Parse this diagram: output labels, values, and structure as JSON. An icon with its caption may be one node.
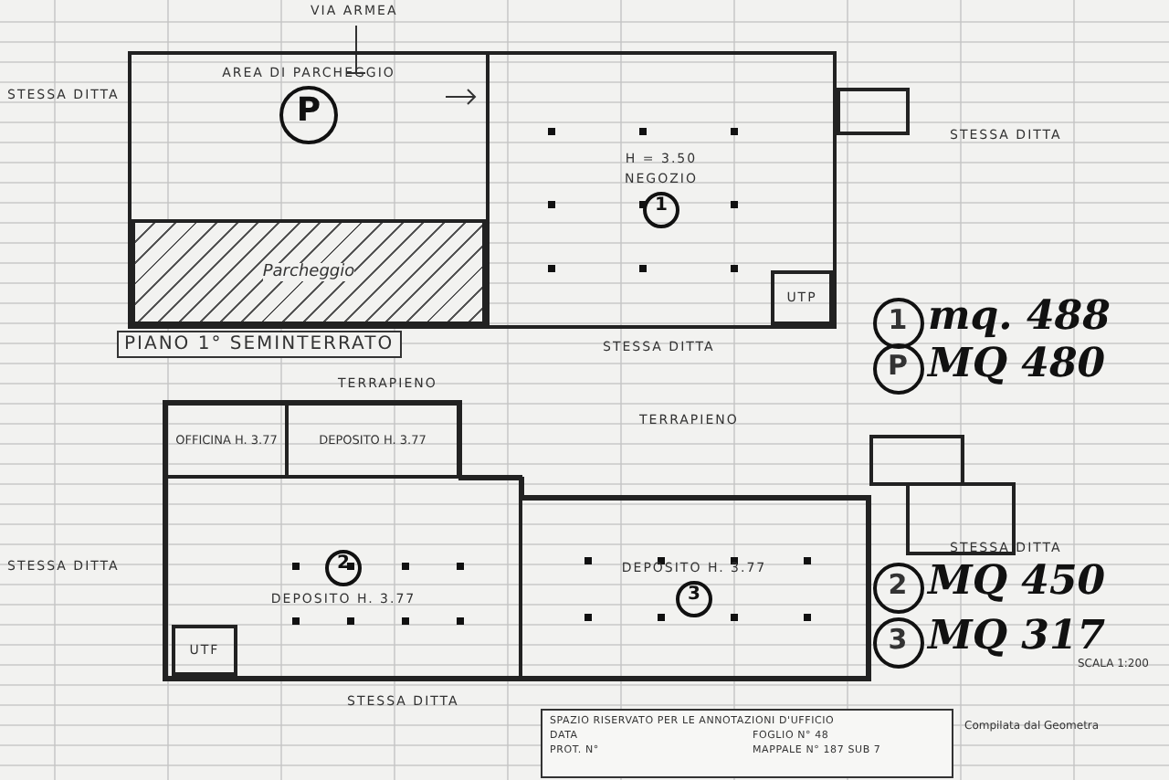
{
  "diagram": {
    "nodes": [
      {
        "text": [
          "AREA DI PARCHEGGIO",
          "P"
        ]
      },
      {
        "text": [
          "Parcheggio"
        ],
        "in": 0
      },
      {
        "text": [
          "H = 3.50",
          "NEGOZIO",
          "1"
        ]
      },
      {
        "text": [],
        "shape": "box"
      },
      {
        "text": [
          "UTP"
        ],
        "in": 2
      },
      {
        "text": [
          "OFFICINA H. 3.77"
        ]
      },
      {
        "text": [
          "DEPOSITO H. 3.77"
        ]
      },
      {
        "text": [
          "2",
          "DEPOSITO H. 3.77"
        ]
      },
      {
        "text": [
          "UTF"
        ],
        "in": 7
      },
      {
        "text": [
          "DEPOSITO H. 3.77",
          "3"
        ]
      },
      {
        "text": [],
        "shape": "box"
      },
      {
        "text": [],
        "shape": "box"
      },
      {
        "text": [
          "SPAZIO RISERVATO PER LE ANNOTAZIONI D'UFFICIO",
          "DATA",
          "PROT. N°",
          "FOGLIO N° 48",
          "MAPPALE N° 187 SUB 7"
        ]
      }
    ],
    "edges": [],
    "labels": [
      "VIA ARMEA",
      "STESSA DITTA",
      "STESSA DITTA",
      "PIANO 1° SEMINTERRATO",
      "1",
      "mq. 488",
      "STESSA DITTA",
      "P",
      "MQ 480",
      "TERRAPIENO",
      "TERRAPIENO",
      "STESSA DITTA",
      "STESSA DITTA",
      "2",
      "MQ 450",
      "3",
      "MQ 317",
      "SCALA 1:200",
      "STESSA DITTA",
      "Compilata dal Geometra"
    ]
  }
}
